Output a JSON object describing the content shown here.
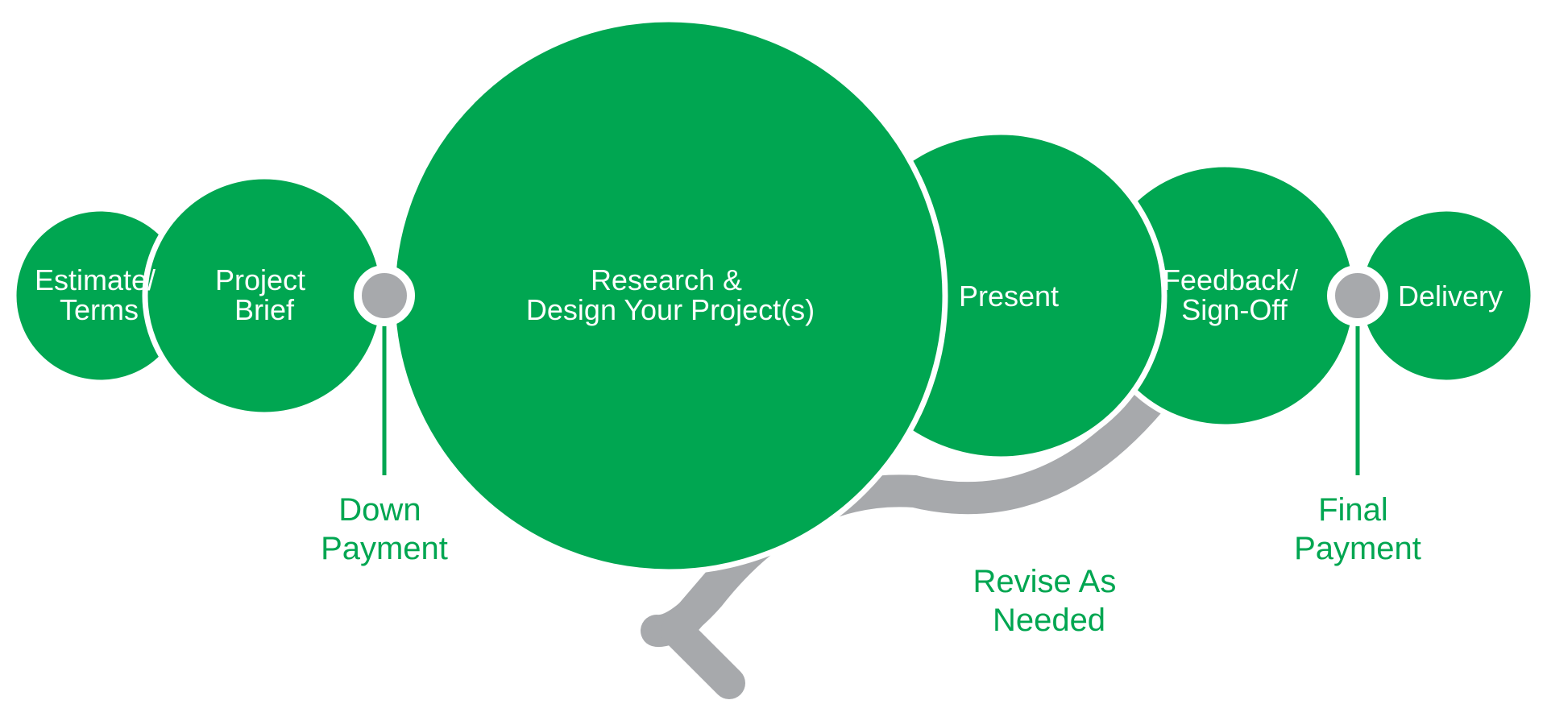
{
  "colors": {
    "stage": "#00a651",
    "milestone": "#a7a9ac",
    "arrow": "#a7a9ac",
    "background": "#ffffff",
    "stage_text": "#ffffff",
    "note_text": "#00a651"
  },
  "stages": [
    {
      "id": "estimate",
      "lines": [
        "Estimate/",
        "Terms"
      ]
    },
    {
      "id": "brief",
      "lines": [
        "Project",
        "Brief"
      ]
    },
    {
      "id": "research",
      "lines": [
        "Research &",
        "Design Your Project(s)"
      ]
    },
    {
      "id": "present",
      "lines": [
        "Present"
      ]
    },
    {
      "id": "feedback",
      "lines": [
        "Feedback/",
        "Sign-Off"
      ]
    },
    {
      "id": "delivery",
      "lines": [
        "Delivery"
      ]
    }
  ],
  "milestones": [
    {
      "id": "down-payment",
      "lines": [
        "Down",
        "Payment"
      ]
    },
    {
      "id": "final-payment",
      "lines": [
        "Final",
        "Payment"
      ]
    }
  ],
  "revision": {
    "lines": [
      "Revise As",
      "Needed"
    ]
  }
}
